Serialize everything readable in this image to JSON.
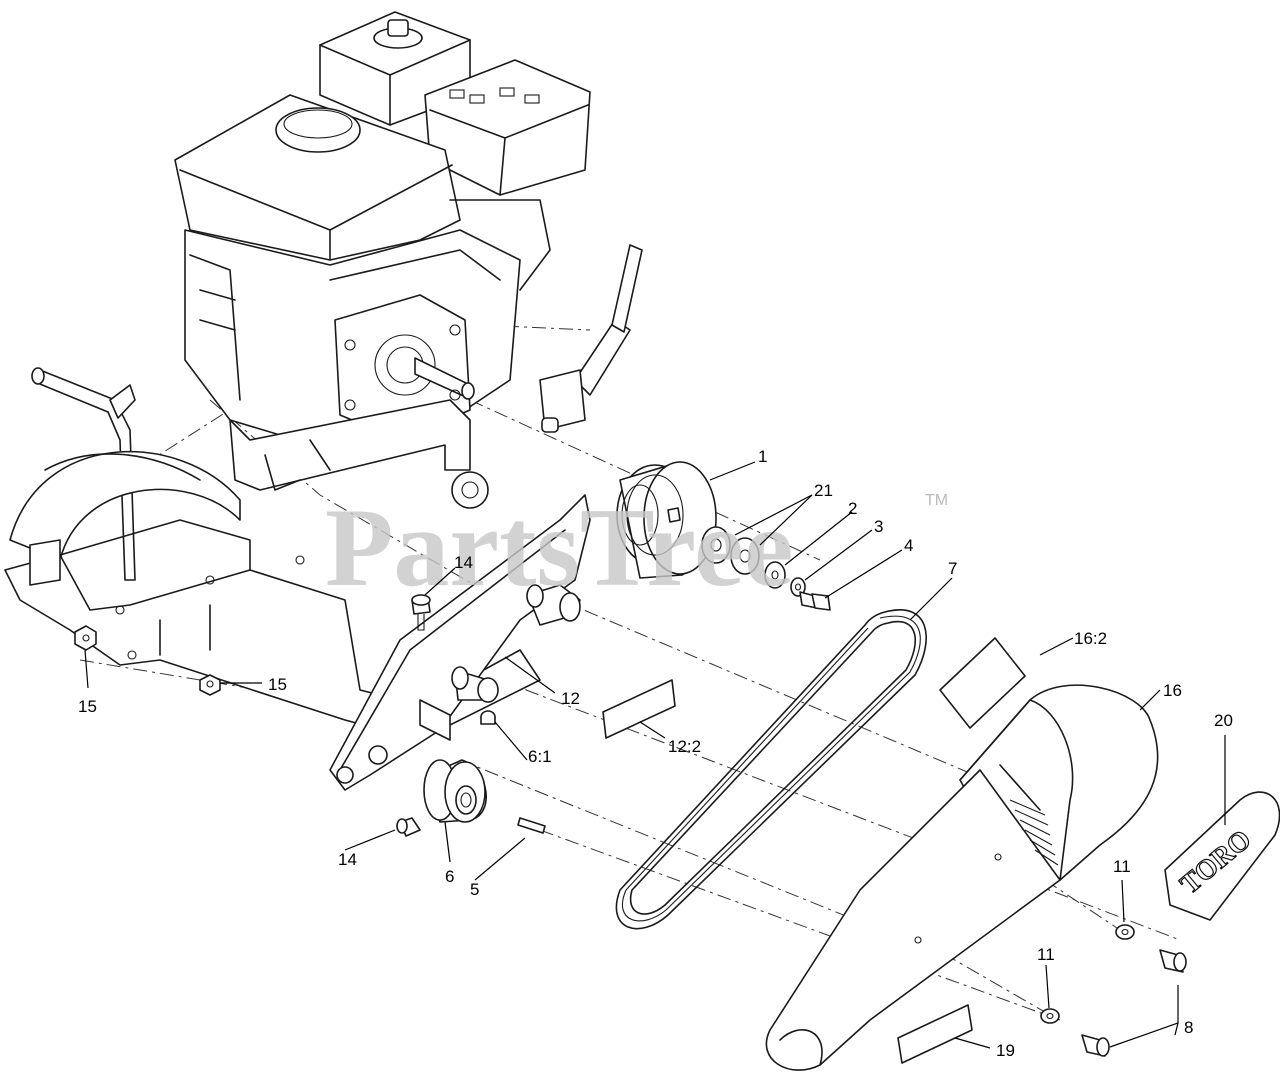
{
  "watermark": {
    "text": "PartsTree",
    "tm": "TM"
  },
  "decal_text": "TORO",
  "callouts": {
    "c1": "1",
    "c2": "2",
    "c3": "3",
    "c4": "4",
    "c5": "5",
    "c6": "6",
    "c6_1": "6:1",
    "c7": "7",
    "c8": "8",
    "c11a": "11",
    "c11b": "11",
    "c12": "12",
    "c12_2": "12:2",
    "c14a": "14",
    "c14b": "14",
    "c15a": "15",
    "c15b": "15",
    "c16": "16",
    "c16_2": "16:2",
    "c19": "19",
    "c20": "20",
    "c21": "21"
  }
}
